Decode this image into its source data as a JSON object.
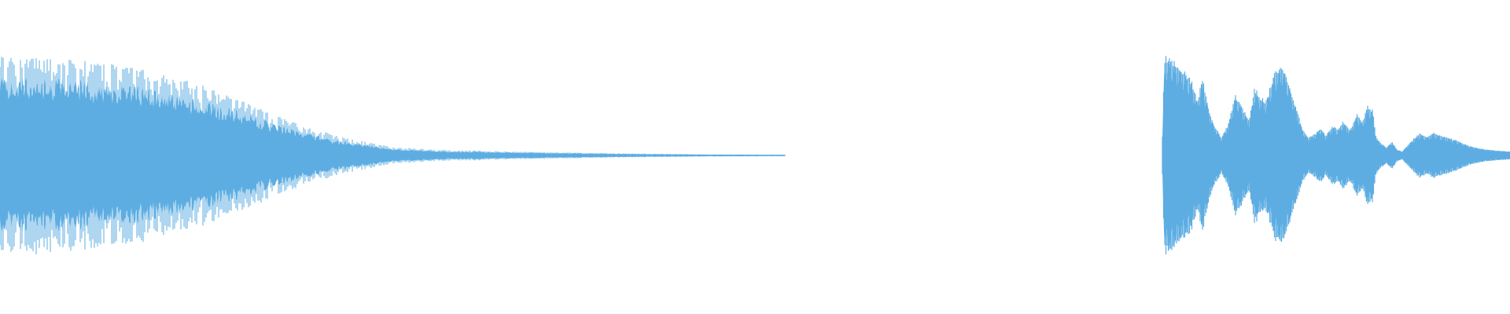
{
  "waveform": {
    "color": "#5dade2",
    "background": "#ffffff",
    "clips": [
      {
        "name": "clip-1",
        "envelope": [
          [
            0.0,
            1.0
          ],
          [
            0.01,
            0.99
          ],
          [
            0.03,
            0.98
          ],
          [
            0.06,
            0.97
          ],
          [
            0.09,
            0.96
          ],
          [
            0.12,
            0.93
          ],
          [
            0.15,
            0.9
          ],
          [
            0.17,
            0.88
          ],
          [
            0.19,
            0.84
          ],
          [
            0.21,
            0.8
          ],
          [
            0.23,
            0.76
          ],
          [
            0.25,
            0.72
          ],
          [
            0.27,
            0.66
          ],
          [
            0.29,
            0.6
          ],
          [
            0.31,
            0.54
          ],
          [
            0.33,
            0.47
          ],
          [
            0.35,
            0.4
          ],
          [
            0.37,
            0.34
          ],
          [
            0.39,
            0.29
          ],
          [
            0.41,
            0.24
          ],
          [
            0.43,
            0.2
          ],
          [
            0.45,
            0.16
          ],
          [
            0.47,
            0.13
          ],
          [
            0.49,
            0.1
          ],
          [
            0.51,
            0.08
          ],
          [
            0.53,
            0.07
          ],
          [
            0.55,
            0.06
          ],
          [
            0.58,
            0.05
          ],
          [
            0.61,
            0.05
          ],
          [
            0.64,
            0.04
          ],
          [
            0.68,
            0.035
          ],
          [
            0.72,
            0.03
          ],
          [
            0.76,
            0.025
          ],
          [
            0.8,
            0.02
          ],
          [
            0.85,
            0.016
          ],
          [
            0.9,
            0.012
          ],
          [
            0.95,
            0.01
          ],
          [
            1.0,
            0.008
          ]
        ],
        "texture": "dense-transient"
      },
      {
        "name": "clip-2",
        "envelope": [
          [
            0.0,
            0.2
          ],
          [
            0.006,
            1.0
          ],
          [
            0.03,
            0.96
          ],
          [
            0.05,
            0.9
          ],
          [
            0.07,
            0.82
          ],
          [
            0.085,
            0.75
          ],
          [
            0.1,
            0.55
          ],
          [
            0.115,
            0.78
          ],
          [
            0.135,
            0.45
          ],
          [
            0.15,
            0.3
          ],
          [
            0.17,
            0.18
          ],
          [
            0.19,
            0.32
          ],
          [
            0.21,
            0.62
          ],
          [
            0.23,
            0.48
          ],
          [
            0.25,
            0.36
          ],
          [
            0.265,
            0.68
          ],
          [
            0.285,
            0.58
          ],
          [
            0.3,
            0.55
          ],
          [
            0.32,
            0.82
          ],
          [
            0.345,
            0.92
          ],
          [
            0.365,
            0.72
          ],
          [
            0.39,
            0.42
          ],
          [
            0.405,
            0.25
          ],
          [
            0.42,
            0.18
          ],
          [
            0.44,
            0.22
          ],
          [
            0.455,
            0.28
          ],
          [
            0.47,
            0.2
          ],
          [
            0.49,
            0.3
          ],
          [
            0.505,
            0.26
          ],
          [
            0.52,
            0.34
          ],
          [
            0.54,
            0.26
          ],
          [
            0.56,
            0.42
          ],
          [
            0.575,
            0.34
          ],
          [
            0.59,
            0.5
          ],
          [
            0.605,
            0.46
          ],
          [
            0.615,
            0.18
          ],
          [
            0.63,
            0.12
          ],
          [
            0.645,
            0.08
          ],
          [
            0.66,
            0.14
          ],
          [
            0.675,
            0.06
          ],
          [
            0.69,
            0.04
          ],
          [
            0.705,
            0.1
          ],
          [
            0.72,
            0.16
          ],
          [
            0.74,
            0.22
          ],
          [
            0.76,
            0.19
          ],
          [
            0.78,
            0.23
          ],
          [
            0.8,
            0.2
          ],
          [
            0.82,
            0.18
          ],
          [
            0.84,
            0.16
          ],
          [
            0.86,
            0.13
          ],
          [
            0.88,
            0.1
          ],
          [
            0.9,
            0.08
          ],
          [
            0.93,
            0.06
          ],
          [
            0.96,
            0.05
          ],
          [
            1.0,
            0.04
          ]
        ],
        "texture": "smooth-pulses"
      }
    ]
  }
}
